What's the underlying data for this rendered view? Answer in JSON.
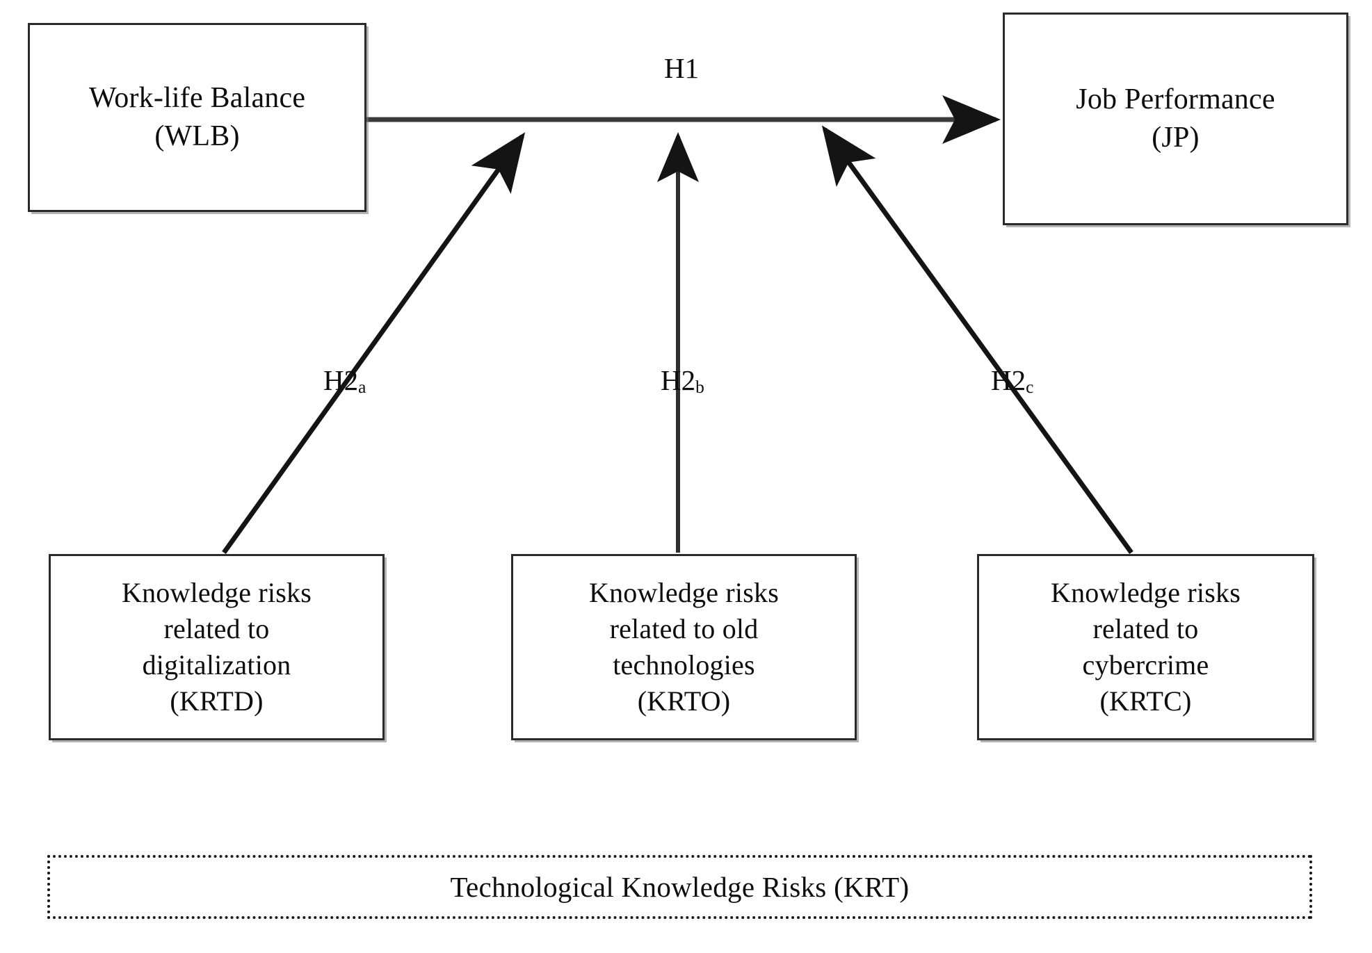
{
  "diagram": {
    "title": "Research model",
    "type": "conceptual-path-model",
    "background_color": "#ffffff",
    "line_color": "#141414",
    "text_color": "#0d0d0d",
    "border_color": "#2b2b2b"
  },
  "nodes": {
    "wlb": {
      "id": "WLB",
      "label": "Work-life Balance\n(WLB)",
      "role": "independent-variable"
    },
    "jp": {
      "id": "JP",
      "label": "Job Performance\n(JP)",
      "role": "dependent-variable"
    },
    "krtd": {
      "id": "KRTD",
      "label": "Knowledge risks\nrelated to\ndigitalization\n(KRTD)",
      "role": "moderator"
    },
    "krto": {
      "id": "KRTO",
      "label": "Knowledge risks\nrelated to old\ntechnologies\n(KRTO)",
      "role": "moderator"
    },
    "krtc": {
      "id": "KRTC",
      "label": "Knowledge risks\nrelated to\ncybercrime\n(KRTC)",
      "role": "moderator"
    }
  },
  "group": {
    "id": "KRT",
    "label": "Technological Knowledge Risks (KRT)",
    "border_style": "dotted",
    "members": [
      "KRTD",
      "KRTO",
      "KRTC"
    ]
  },
  "hypotheses": [
    {
      "key": "h1",
      "base": "H1",
      "subscript": "",
      "from": "WLB",
      "to": "JP",
      "relation": "direct-effect"
    },
    {
      "key": "h2a",
      "base": "H2",
      "subscript": "a",
      "from": "KRTD",
      "to": "WLB-JP path",
      "relation": "moderation"
    },
    {
      "key": "h2b",
      "base": "H2",
      "subscript": "b",
      "from": "KRTO",
      "to": "WLB-JP path",
      "relation": "moderation"
    },
    {
      "key": "h2c",
      "base": "H2",
      "subscript": "c",
      "from": "KRTC",
      "to": "WLB-JP path",
      "relation": "moderation"
    }
  ]
}
